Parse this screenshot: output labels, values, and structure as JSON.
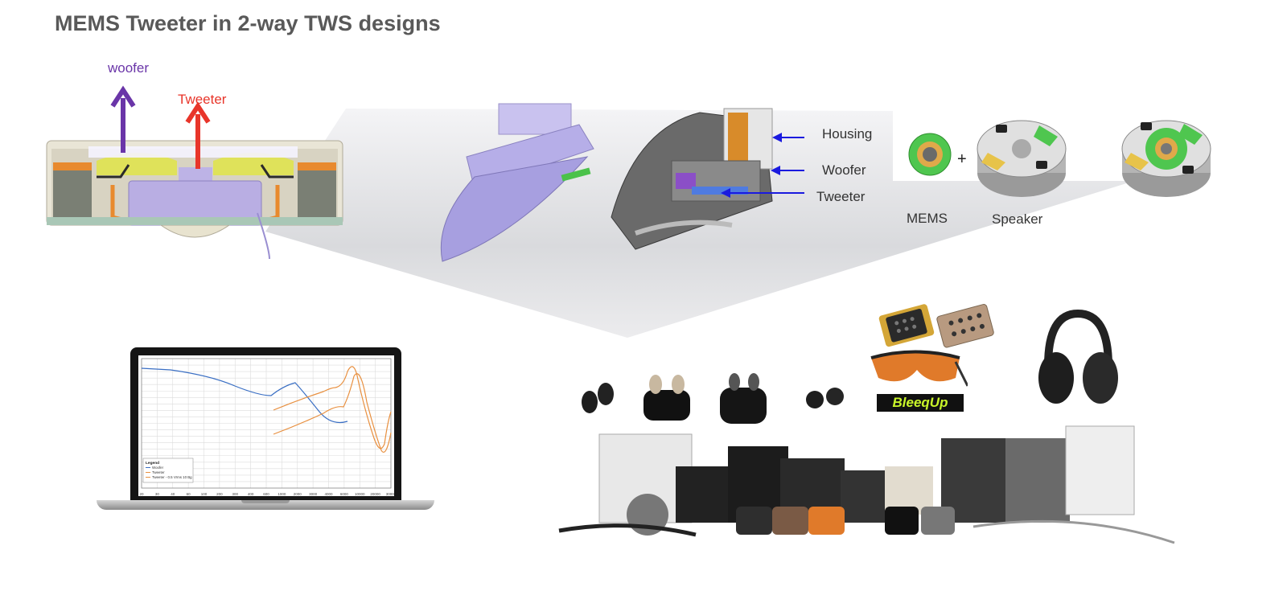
{
  "title": "MEMS Tweeter in 2-way TWS designs",
  "driver_diagram": {
    "woofer_label": "woofer",
    "tweeter_label": "Tweeter"
  },
  "earbud_cutaway": {
    "callouts": [
      "Housing",
      "Woofer",
      "Tweeter"
    ]
  },
  "assembly": {
    "mems_label": "MEMS",
    "plus_sign": "+",
    "speaker_label": "Speaker"
  },
  "laptop_graph": {
    "legend_title": "Legend",
    "legend_items": [
      "Woofer",
      "Tweeter",
      "Tweeter - 0.5 Vrms 10 Bg"
    ],
    "x_ticks": [
      "20",
      "30",
      "40",
      "60",
      "100",
      "200",
      "300",
      "400",
      "600",
      "1000",
      "2000",
      "3000",
      "4000",
      "6000",
      "10000",
      "20000",
      "30000"
    ]
  },
  "products": {
    "brand_logo": "BleeqUp"
  },
  "colors": {
    "woofer_arrow": "#6a35a8",
    "tweeter_arrow": "#e8352a",
    "callout_arrow": "#1a1adf",
    "woofer_curve": "#3a6fc4",
    "tweeter_curve": "#e89040",
    "title": "#595959"
  }
}
